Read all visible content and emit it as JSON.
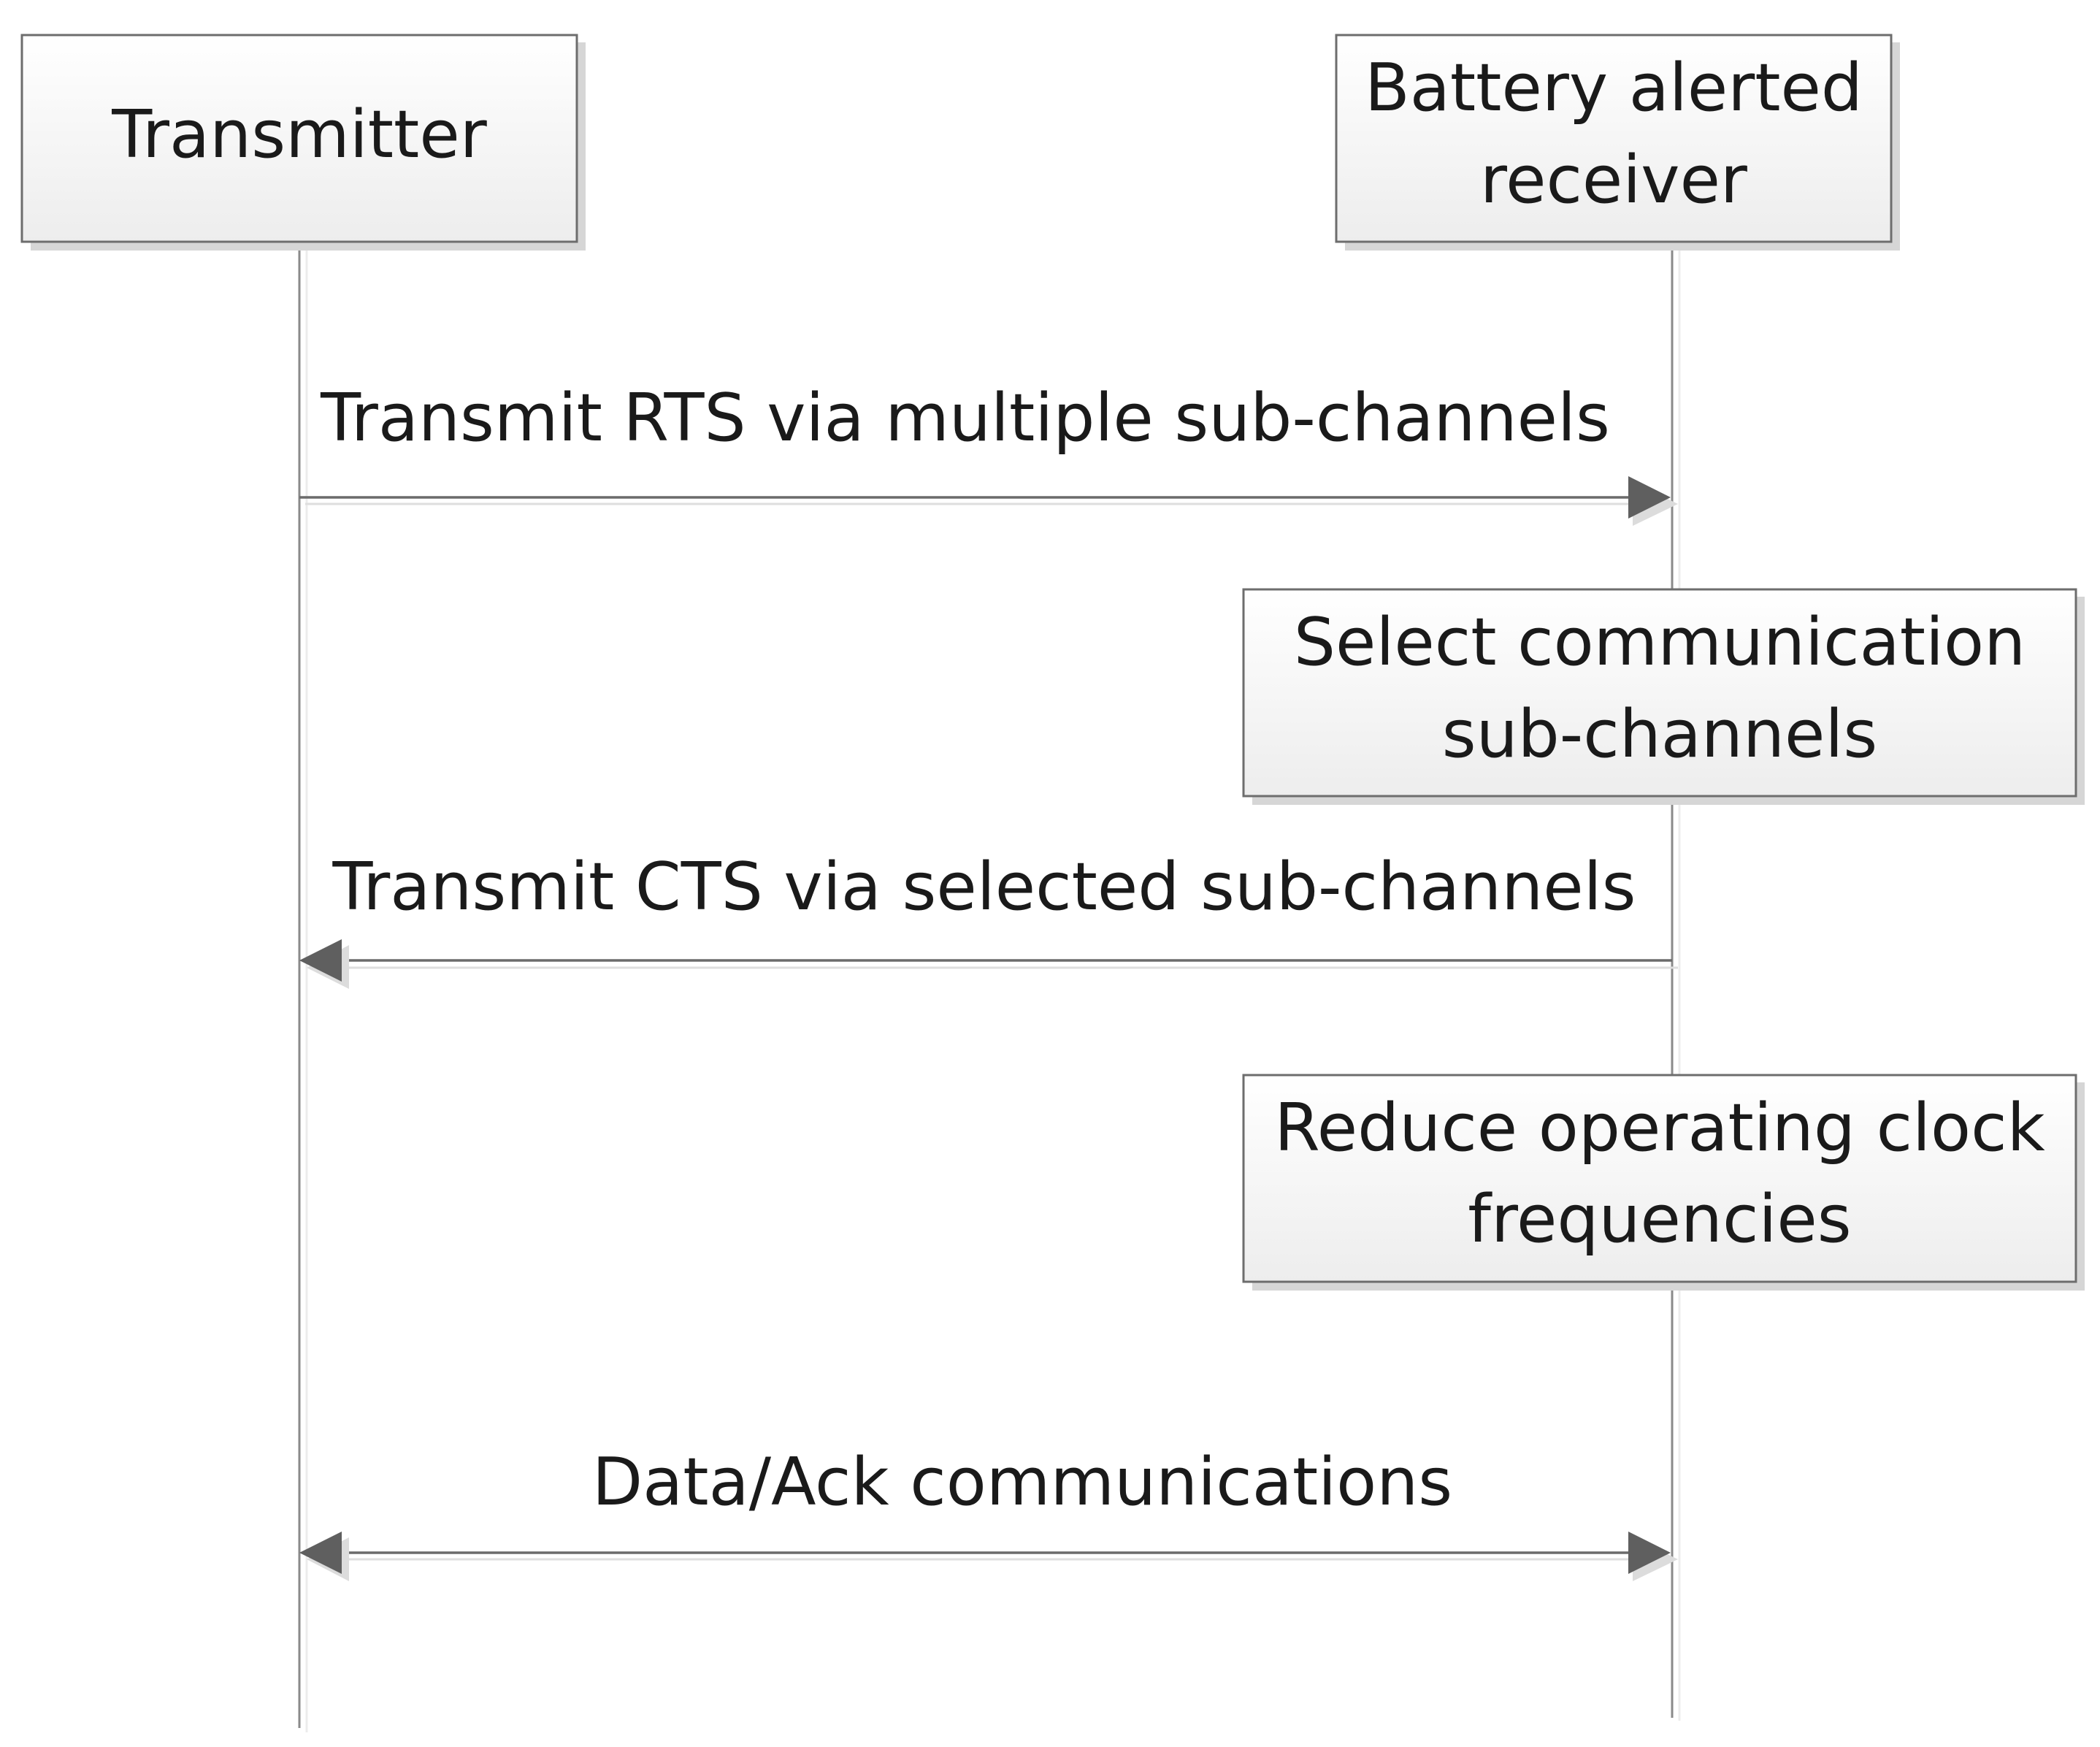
{
  "participants": {
    "transmitter": {
      "lines": [
        "Transmitter"
      ]
    },
    "receiver": {
      "lines": [
        "Battery alerted",
        "receiver"
      ]
    }
  },
  "messages": {
    "rts": {
      "label": "Transmit RTS via multiple sub-channels",
      "direction": "to-receiver"
    },
    "cts": {
      "label": "Transmit CTS via selected sub-channels",
      "direction": "to-transmitter"
    },
    "data": {
      "label": "Data/Ack communications",
      "direction": "both"
    }
  },
  "actions": {
    "select": {
      "lines": [
        "Select communication",
        "sub-channels"
      ]
    },
    "reduce": {
      "lines": [
        "Reduce operating clock",
        "frequencies"
      ]
    }
  }
}
